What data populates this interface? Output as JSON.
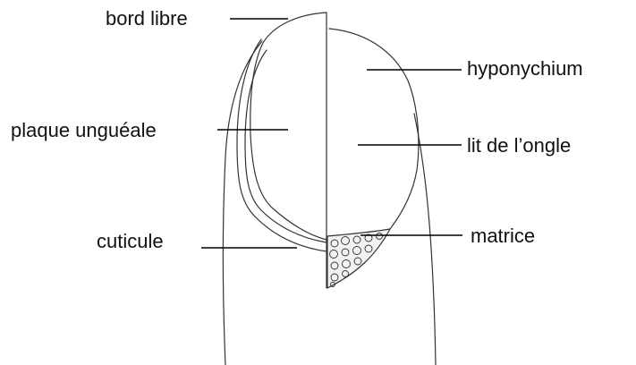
{
  "labels": {
    "bord_libre": "bord libre",
    "hyponychium": "hyponychium",
    "plaque_ungueale": "plaque unguéale",
    "lit_ongle": "lit de l’ongle",
    "cuticule": "cuticule",
    "matrice": "matrice"
  },
  "colors": {
    "stroke": "#333333",
    "label_text": "#111111",
    "leader_line": "#000000",
    "matrix_fill": "#f2f2f2"
  }
}
